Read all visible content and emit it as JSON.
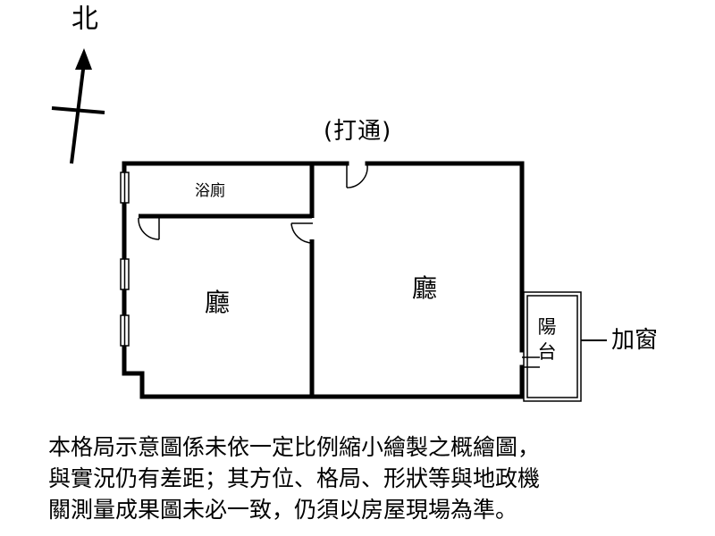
{
  "compass": {
    "label": "北"
  },
  "annotations": {
    "opening": "(打通)",
    "window": "加窗"
  },
  "rooms": {
    "bathroom": "浴廁",
    "living_left": "廳",
    "living_right": "廳",
    "balcony_top": "陽",
    "balcony_bottom": "台"
  },
  "disclaimer": {
    "lines": [
      "本格局示意圖係未依一定比例縮小繪製之概繪圖，",
      "與實況仍有差距；其方位、格局、形狀等與地政機",
      "關測量成果圖未必一致，仍須以房屋現場為準。"
    ]
  },
  "colors": {
    "wall": "#000000",
    "background": "#ffffff"
  }
}
